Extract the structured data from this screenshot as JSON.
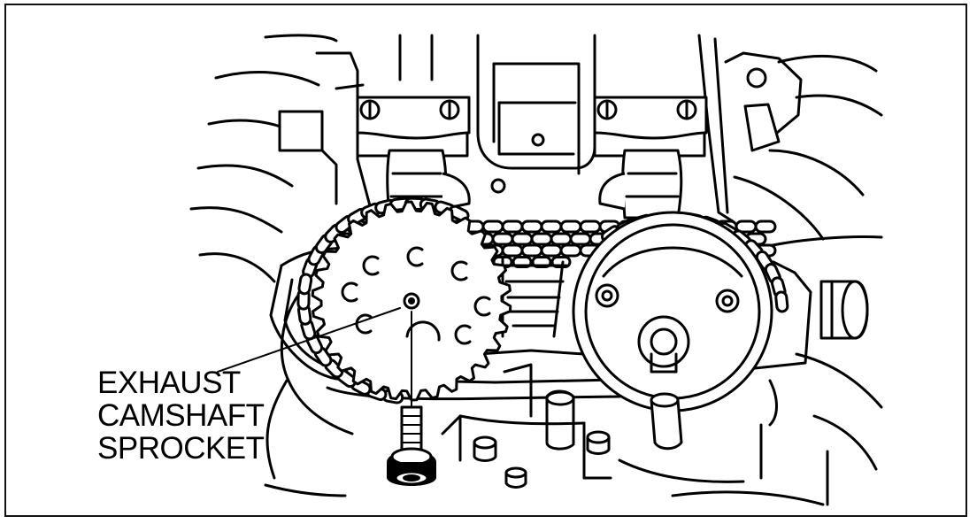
{
  "figure": {
    "callout_label": {
      "line1": "EXHAUST",
      "line2": "CAMSHAFT",
      "line3": "SPROCKET"
    }
  }
}
